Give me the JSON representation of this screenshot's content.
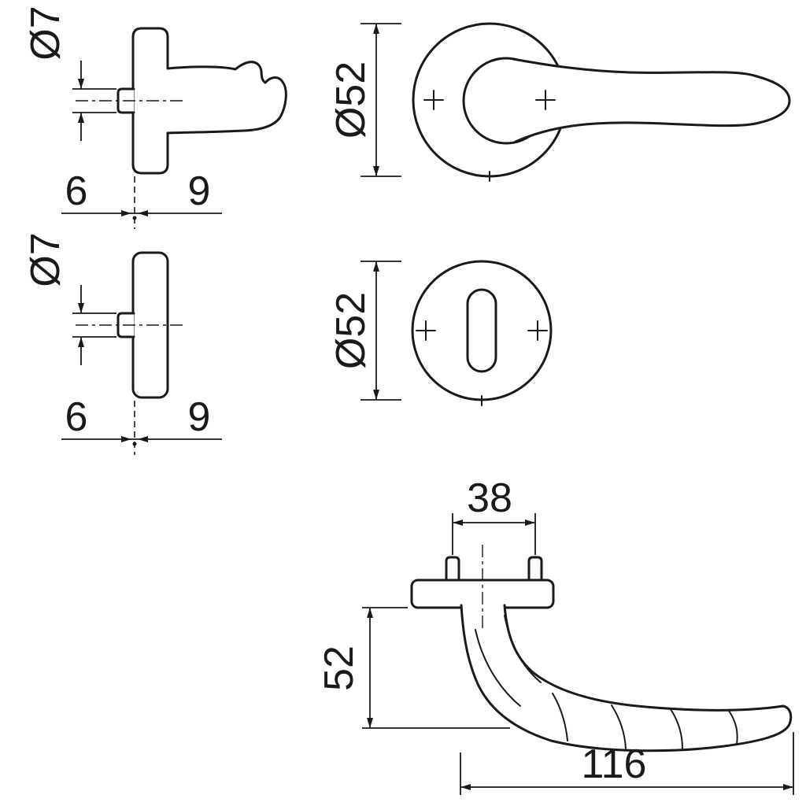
{
  "colors": {
    "line": "#1a1a1a",
    "background": "#ffffff"
  },
  "views": {
    "lever_side": {
      "dims": {
        "spindle_diameter": "Ø7",
        "front_offset": "6",
        "rose_thickness": "9"
      }
    },
    "lever_front": {
      "dims": {
        "rose_diameter": "Ø52"
      }
    },
    "rosette_side": {
      "dims": {
        "spindle_diameter": "Ø7",
        "front_offset": "6",
        "rose_thickness": "9"
      }
    },
    "rosette_front": {
      "dims": {
        "rose_diameter": "Ø52"
      }
    },
    "lever_top": {
      "dims": {
        "screw_spacing": "38",
        "projection": "52",
        "handle_length": "116"
      }
    }
  }
}
